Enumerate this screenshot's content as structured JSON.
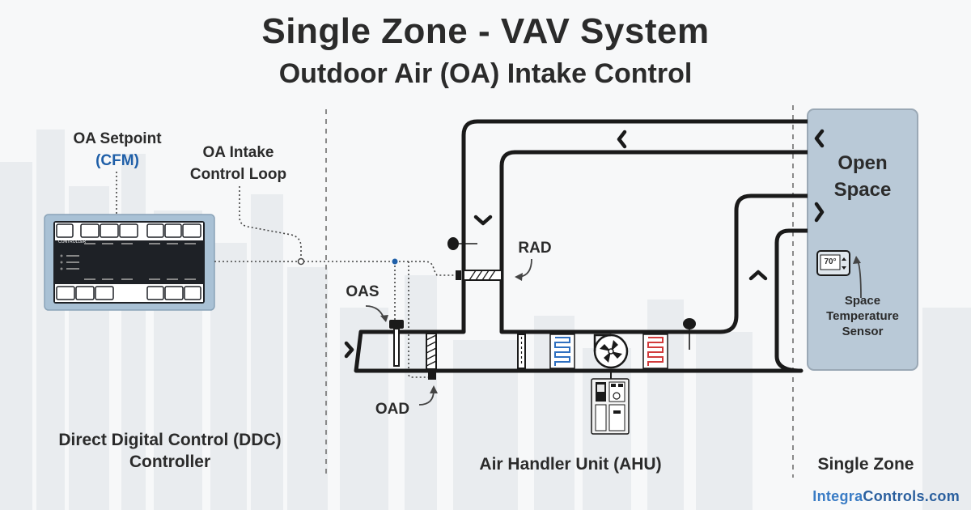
{
  "header": {
    "title": "Single Zone - VAV System",
    "subtitle": "Outdoor Air (OA) Intake Control"
  },
  "ddc": {
    "setpoint_label": "OA Setpoint",
    "setpoint_unit": "(CFM)",
    "loop_label_line1": "OA Intake",
    "loop_label_line2": "Control Loop",
    "controller_tag": "CONTROLLER",
    "section_label_line1": "Direct Digital Control (DDC)",
    "section_label_line2": "Controller"
  },
  "ahu": {
    "rad_label": "RAD",
    "oas_label": "OAS",
    "oad_label": "OAD",
    "section_label": "Air Handler Unit (AHU)"
  },
  "zone": {
    "space_line1": "Open",
    "space_line2": "Space",
    "thermostat_reading": "70°",
    "sensor_line1": "Space",
    "sensor_line2": "Temperature",
    "sensor_line3": "Sensor",
    "section_label": "Single Zone"
  },
  "brand": {
    "part1": "Integra",
    "part2": "Controls.com"
  },
  "colors": {
    "zone_fill": "#b9c9d7",
    "controller_fill": "#a9c1d5",
    "cooling_coil": "#2e6fbf",
    "heating_coil": "#d13b3b",
    "signal_node": "#1f5fa8"
  }
}
